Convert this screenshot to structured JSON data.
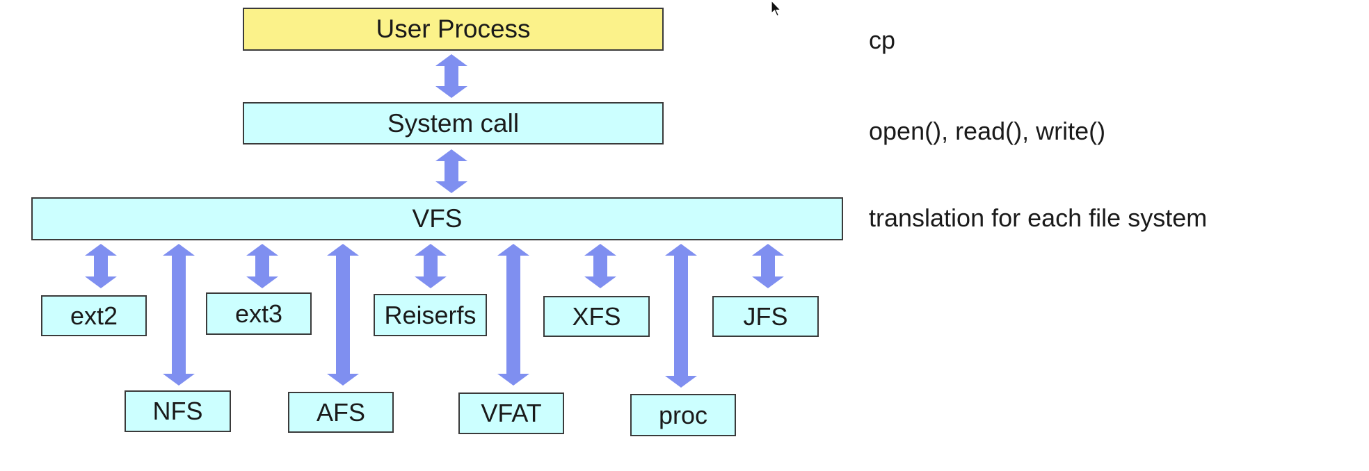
{
  "colors": {
    "user_process_fill": "#fbf28a",
    "layer_fill": "#ccffff",
    "arrow_fill": "#7f8ff0",
    "border": "#3a3a3a"
  },
  "layers": {
    "user_process": "User Process",
    "system_call": "System call",
    "vfs": "VFS"
  },
  "notes": {
    "user_process": "cp",
    "system_call": "open(), read(), write()",
    "vfs": "translation for each file system"
  },
  "filesystems": {
    "upper_row": [
      "ext2",
      "ext3",
      "Reiserfs",
      "XFS",
      "JFS"
    ],
    "lower_row": [
      "NFS",
      "AFS",
      "VFAT",
      "proc"
    ]
  },
  "icons": {
    "cursor": "mouse-pointer-icon",
    "arrow": "double-headed-arrow-icon"
  }
}
